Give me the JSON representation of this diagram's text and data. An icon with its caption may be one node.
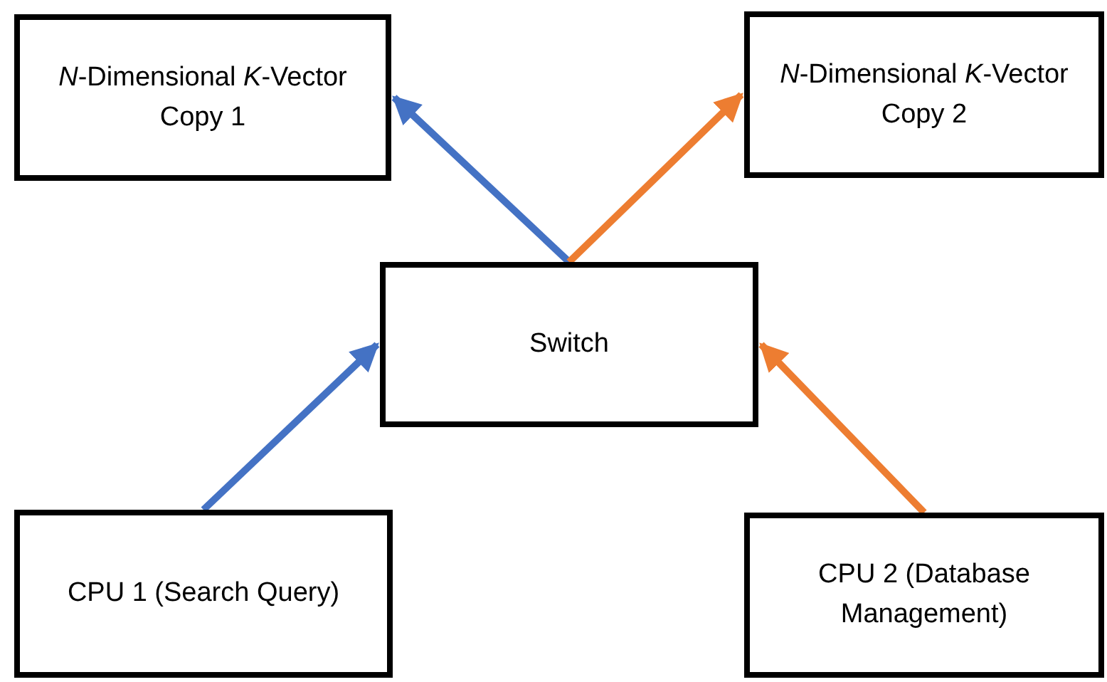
{
  "diagram": {
    "nodes": [
      {
        "text": [
          "*N*-Dimensional *K*-Vector Copy 1"
        ]
      },
      {
        "text": [
          "*N*-Dimensional *K*-Vector Copy 2"
        ]
      },
      {
        "text": [
          "Switch"
        ]
      },
      {
        "text": [
          "CPU 1 (Search Query)"
        ]
      },
      {
        "text": [
          "CPU 2 (Database Management)"
        ]
      }
    ],
    "edges": [
      {
        "from": 2,
        "to": 0,
        "arrow": "to",
        "color": "#4472c4"
      },
      {
        "from": 2,
        "to": 1,
        "arrow": "to",
        "color": "#ed7d31"
      },
      {
        "from": 3,
        "to": 2,
        "arrow": "to",
        "color": "#4472c4"
      },
      {
        "from": 4,
        "to": 2,
        "arrow": "to",
        "color": "#ed7d31"
      }
    ]
  }
}
